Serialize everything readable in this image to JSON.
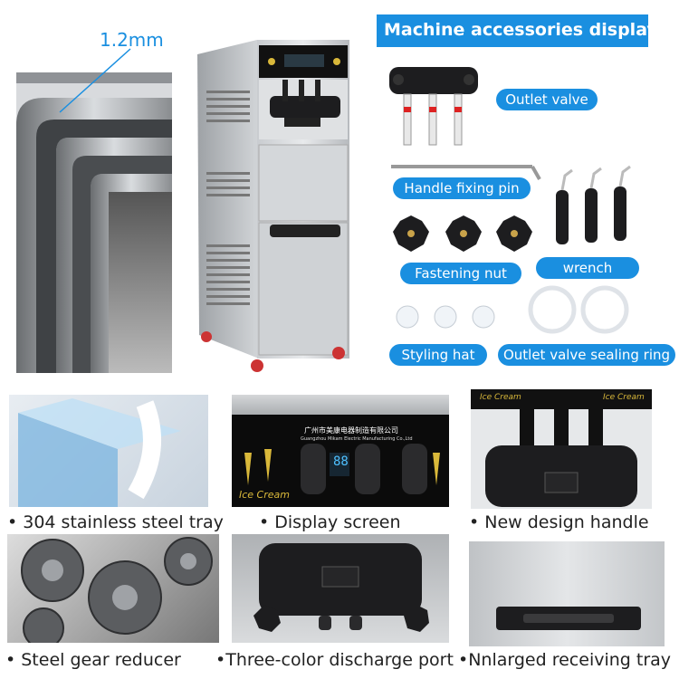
{
  "header": {
    "thickness_label": "1.2mm",
    "accessories_title": "Machine accessories display:"
  },
  "accessories": {
    "outlet_valve": "Outlet valve",
    "handle_fixing_pin": "Handle fixing pin",
    "fastening_nut": "Fastening nut",
    "wrench": "wrench",
    "styling_hat": "Styling hat",
    "sealing_ring": "Outlet valve sealing ring"
  },
  "features": {
    "tray": "304 stainless steel tray",
    "display": "Display screen",
    "handle": "New design handle",
    "gear": "Steel gear reducer",
    "discharge": "Three-color discharge port",
    "receiving": "Nnlarged receiving tray"
  },
  "screen_text": {
    "company_cn": "广州市美康电器制造有限公司",
    "company_en": "Guangzhou Mikam Electric Manufacturing Co.,Ltd",
    "brand_label": "Ice Cream",
    "display_digits": "88"
  },
  "colors": {
    "accent_blue": "#1a8fe0",
    "steel": "#b8bcc0",
    "panel_black": "#111111",
    "gold": "#d9b83a"
  }
}
